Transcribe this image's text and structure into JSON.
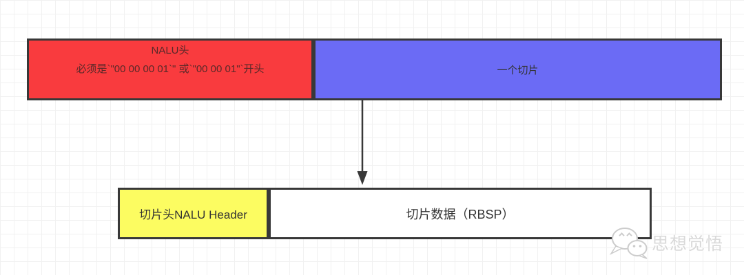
{
  "canvas": {
    "background": "#ffffff",
    "grid_line_color": "#f1f1f1"
  },
  "diagram": {
    "border_color": "#383838",
    "arrow_color": "#383838",
    "nalu_box": {
      "title": "NALU头",
      "subtitle": "必须是`\"00 00 00 01`\" 或`\"00 00 01\"`开头",
      "fill": "#f93b3e",
      "text_color": "#5a2929"
    },
    "slice_box": {
      "label": "一个切片",
      "fill": "#6b6bf5",
      "text_color": "#333333"
    },
    "slice_header_box": {
      "label": "切片头NALU Header",
      "fill": "#fcfc61",
      "text_color": "#333333"
    },
    "slice_data_box": {
      "label": "切片数据（RBSP）",
      "fill": "#ffffff",
      "text_color": "#333333"
    }
  },
  "watermark": {
    "icon": "wechat-chat-bubbles",
    "label": "思想觉悟",
    "color": "#d9d9d9"
  }
}
